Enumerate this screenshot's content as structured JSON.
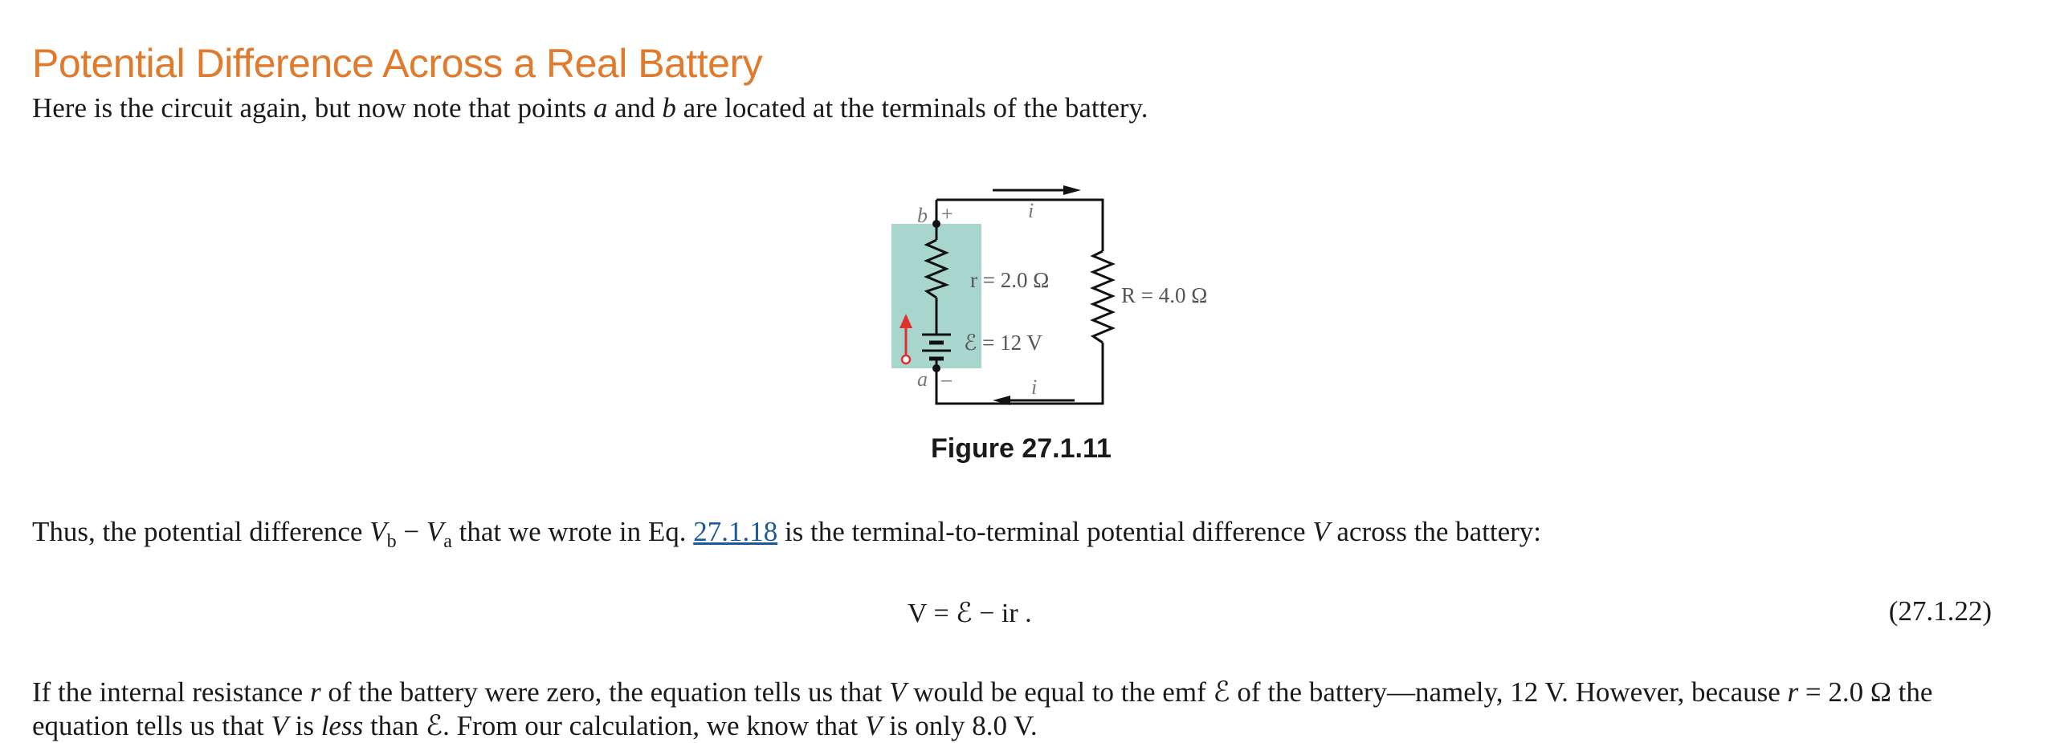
{
  "title": "Potential Difference Across a Real Battery",
  "intro": {
    "t1": "Here is the circuit again, but now note that points ",
    "a": "a",
    "t2": " and ",
    "b": "b",
    "t3": " are located at the terminals of the battery."
  },
  "figure": {
    "label_b": "b",
    "label_plus": "+",
    "label_a": "a",
    "label_minus": "–",
    "current_top": "i",
    "current_bottom": "i",
    "internal_resistance": "r = 2.0 Ω",
    "emf": "ℰ = 12 V",
    "load_resistance": "R = 4.0 Ω",
    "caption": "Figure 27.1.11",
    "battery_fill": "#a8d5cc",
    "arrow_color": "#e03030"
  },
  "para2": {
    "t1": "Thus, the potential difference ",
    "vb": "V",
    "vb_sub": "b",
    "minus": " − ",
    "va": "V",
    "va_sub": "a",
    "t2": " that we wrote in Eq. ",
    "link": "27.1.18",
    "t3": " is the terminal-to-terminal potential difference ",
    "v": "V",
    "t4": " across the battery:"
  },
  "equation": {
    "text": "V = ℰ − ir .",
    "number": "(27.1.22)"
  },
  "para3": {
    "t1": "If the internal resistance ",
    "r": "r",
    "t2": " of the battery were zero, the equation tells us that ",
    "v": "V",
    "t3": " would be equal to the emf ℰ of the battery—namely, 12 V. However, because ",
    "r2": "r",
    "t4": " = 2.0 Ω the",
    "t5": "equation tells us that ",
    "v2": "V",
    "t6": " is ",
    "less": "less",
    "t7": " than ℰ. From our calculation, we know that ",
    "v3": "V",
    "t8": " is only 8.0 V."
  }
}
